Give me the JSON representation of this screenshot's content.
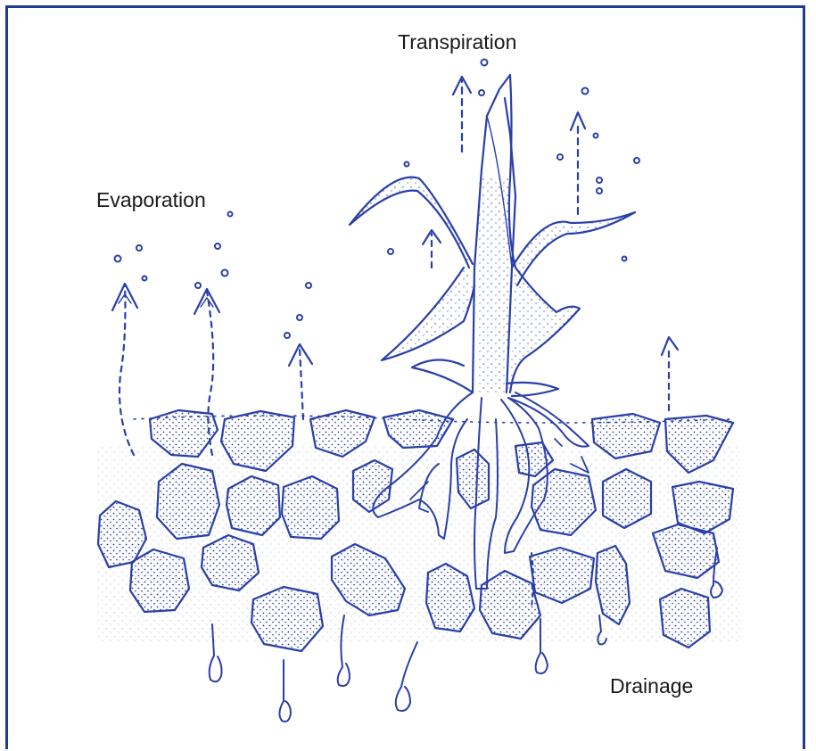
{
  "labels": {
    "transpiration": "Transpiration",
    "evaporation": "Evaporation",
    "drainage": "Drainage"
  },
  "colors": {
    "ink": "#2a3fa8",
    "frame": "#1f3a93",
    "text": "#1a1a1a",
    "background": "#ffffff"
  }
}
